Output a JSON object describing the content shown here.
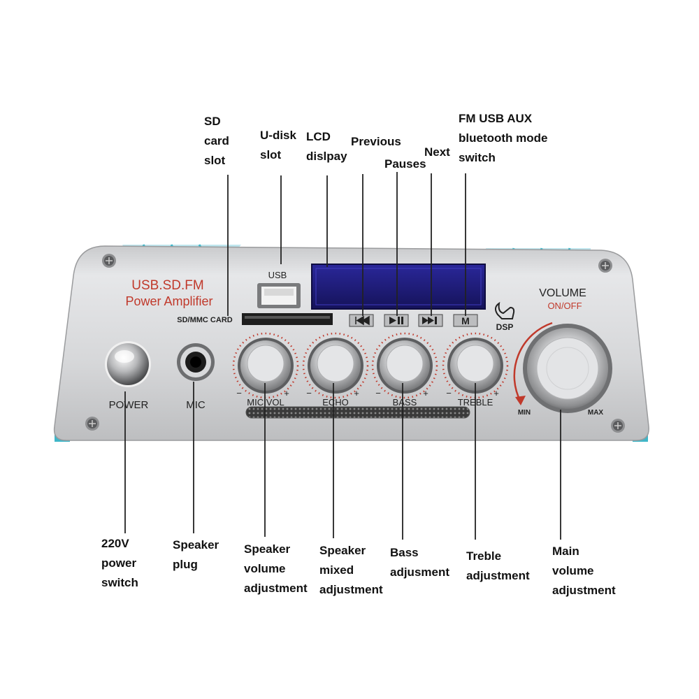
{
  "top_callouts": {
    "sd_card_slot": [
      "SD",
      "card",
      "slot"
    ],
    "u_disk_slot": [
      "U-disk",
      "slot"
    ],
    "lcd_display": [
      "LCD",
      "dislpay"
    ],
    "previous": [
      "Previous"
    ],
    "pauses": [
      "Pauses"
    ],
    "next": [
      "Next"
    ],
    "mode_switch": [
      "FM USB AUX",
      "bluetooth mode",
      "switch"
    ]
  },
  "bottom_callouts": {
    "power_switch": [
      "220V",
      "power",
      "switch"
    ],
    "speaker_plug": [
      "Speaker",
      "plug"
    ],
    "speaker_volume": [
      "Speaker",
      "volume",
      "adjustment"
    ],
    "speaker_mixed": [
      "Speaker",
      "mixed",
      "adjustment"
    ],
    "bass": [
      "Bass",
      "adjusment"
    ],
    "treble": [
      "Treble",
      "adjustment"
    ],
    "main_volume": [
      "Main",
      "volume",
      "adjustment"
    ]
  },
  "panel": {
    "brand_line1": "USB.SD.FM",
    "brand_line2": "Power Amplifier",
    "usb_label": "USB",
    "sd_label": "SD/MMC CARD",
    "power_label": "POWER",
    "mic_label": "MIC",
    "knobs": [
      "MIC VOL",
      "ECHO",
      "BASS",
      "TREBLE"
    ],
    "minus": "−",
    "plus": "+",
    "mode_button_glyph": "M",
    "dsp_label": "DSP",
    "volume_label": "VOLUME",
    "onoff_label": "ON/OFF",
    "min_label": "MIN",
    "max_label": "MAX"
  },
  "colors": {
    "panel_silver": "#d9dadc",
    "brand_red": "#c0392b",
    "lcd_blue": "#1c1a78",
    "accent_teal": "#3fb6c8"
  }
}
